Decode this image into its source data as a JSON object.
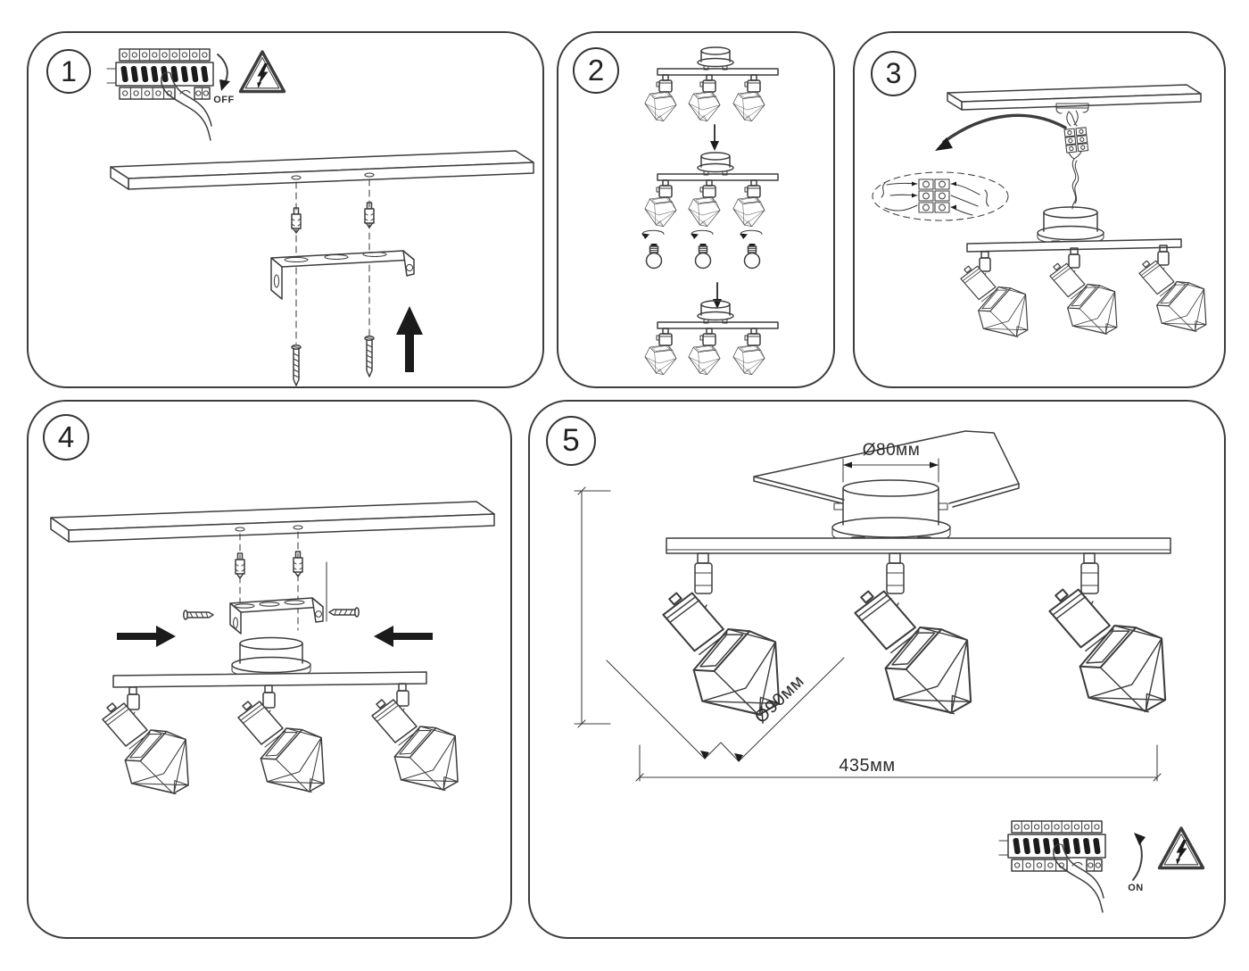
{
  "colors": {
    "background": "#ffffff",
    "line": "#3d3d3d",
    "black_fill": "#1b1b1b",
    "panel_border": "#3c3c3c"
  },
  "steps": [
    {
      "number": "1",
      "power_label": "OFF"
    },
    {
      "number": "2"
    },
    {
      "number": "3"
    },
    {
      "number": "4"
    },
    {
      "number": "5",
      "power_label": "ON",
      "dimensions": {
        "canopy_diameter": "Ø80мм",
        "shade_diameter": "Ø90мм",
        "fixture_length": "435мм"
      }
    }
  ]
}
